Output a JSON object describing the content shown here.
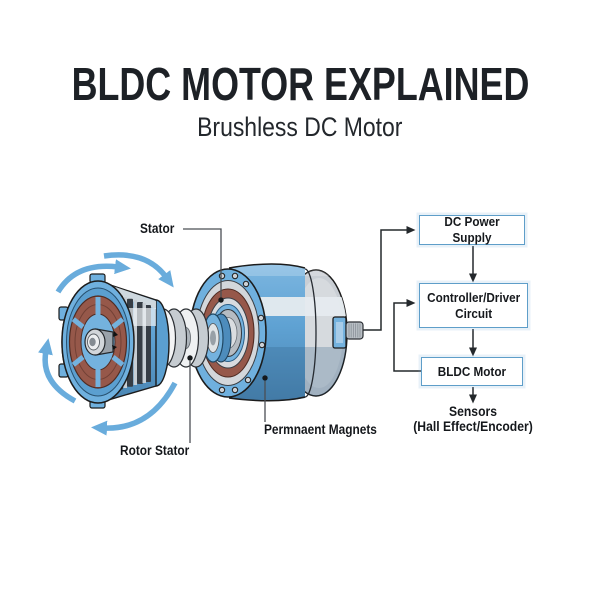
{
  "title": "BLDC MOTOR EXPLAINED",
  "subtitle": "Brushless DC Motor",
  "labels": {
    "stator": "Stator",
    "rotor_stator": "Rotor Stator",
    "magnets": "Permnaent Magnets",
    "sensors_line1": "Sensors",
    "sensors_line2": "(Hall Effect/Encoder)"
  },
  "flowchart": {
    "boxes": [
      {
        "label": "DC Power Supply"
      },
      {
        "label": "Controller/Driver\nCircuit"
      },
      {
        "label": "BLDC Motor"
      }
    ]
  },
  "colors": {
    "arrow_blue": "#69acdc",
    "motor_blue": "#5fa2d3",
    "magnet_brown": "#96584a",
    "silver": "#c9ced4",
    "box_border": "#5e9ec9",
    "line_dark": "#24282c",
    "text": "#1d2126"
  }
}
